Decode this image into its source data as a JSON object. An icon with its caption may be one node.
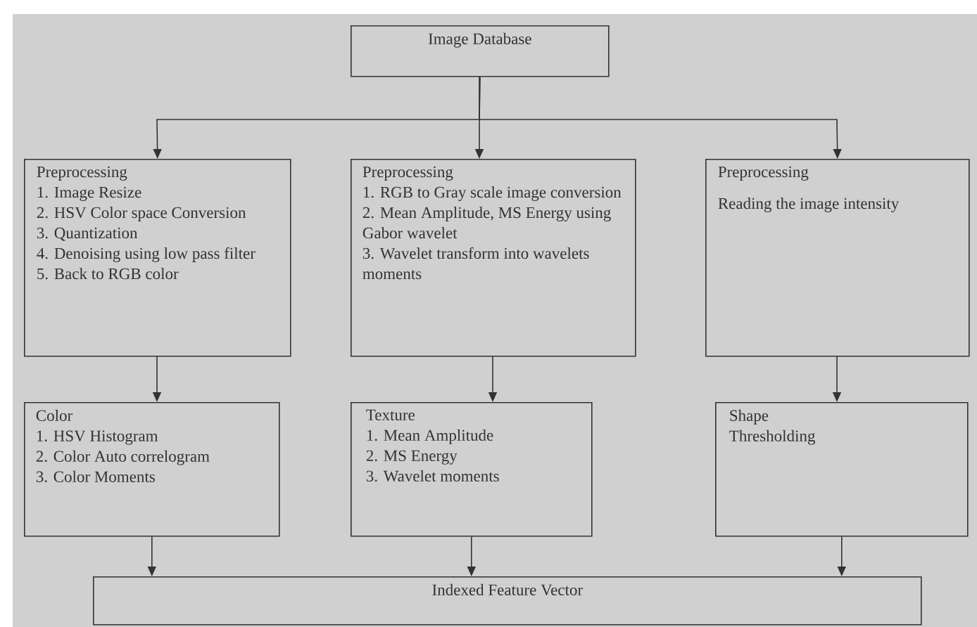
{
  "diagram": {
    "nodes": [
      {
        "text": [
          "Image Database"
        ]
      },
      {
        "text": [
          "Preprocessing",
          "1. Image Resize",
          "2. HSV Color space Conversion",
          "3. Quantization",
          "4. Denoising using low pass filter",
          "5. Back to RGB color"
        ]
      },
      {
        "text": [
          "Preprocessing",
          "1. RGB to Gray scale image conversion",
          "2. Mean Amplitude, MS Energy using Gabor wavelet",
          "3. Wavelet transform into wavelets moments"
        ]
      },
      {
        "text": [
          "Preprocessing",
          "Reading the image intensity"
        ]
      },
      {
        "text": [
          "Color",
          "1. HSV Histogram",
          "2. Color Auto correlogram",
          "3. Color Moments"
        ]
      },
      {
        "text": [
          "Texture",
          "1. Mean Amplitude",
          "2. MS Energy",
          "3. Wavelet moments"
        ]
      },
      {
        "text": [
          "Shape",
          "Thresholding"
        ]
      },
      {
        "text": [
          "Indexed Feature Vector"
        ]
      }
    ],
    "edges": [
      {
        "from": 0,
        "to": 1,
        "arrow": "to"
      },
      {
        "from": 0,
        "to": 2,
        "arrow": "to"
      },
      {
        "from": 0,
        "to": 3,
        "arrow": "to"
      },
      {
        "from": 1,
        "to": 4,
        "arrow": "to"
      },
      {
        "from": 2,
        "to": 5,
        "arrow": "to"
      },
      {
        "from": 3,
        "to": 6,
        "arrow": "to"
      },
      {
        "from": 4,
        "to": 7,
        "arrow": "to"
      },
      {
        "from": 5,
        "to": 7,
        "arrow": "to"
      },
      {
        "from": 6,
        "to": 7,
        "arrow": "to"
      }
    ]
  }
}
